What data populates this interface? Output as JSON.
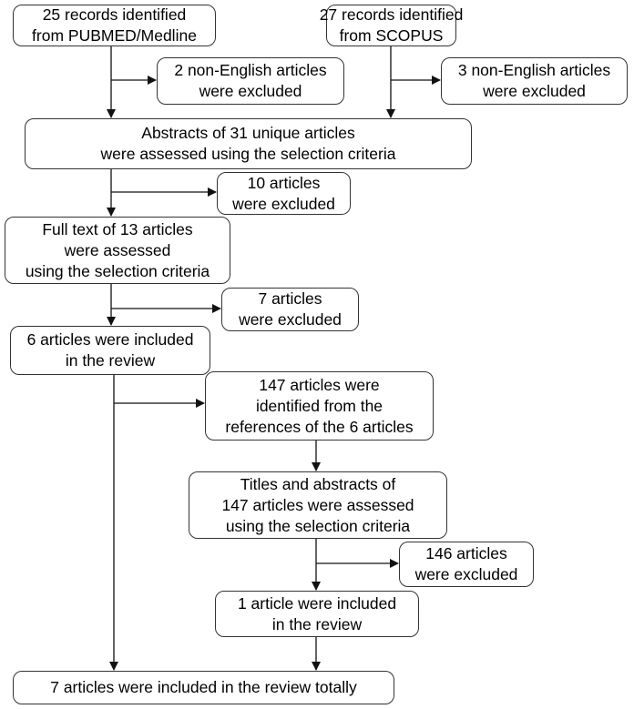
{
  "boxes": {
    "pubmed": {
      "lines": [
        "25 records identified",
        "from PUBMED/Medline"
      ]
    },
    "scopus": {
      "lines": [
        "27 records identified",
        "from SCOPUS"
      ]
    },
    "excl_pubmed": {
      "lines": [
        "2 non-English articles",
        "were excluded"
      ]
    },
    "excl_scopus": {
      "lines": [
        "3 non-English articles",
        "were excluded"
      ]
    },
    "abstracts": {
      "lines": [
        "Abstracts of 31 unique articles",
        "were assessed using the selection criteria"
      ]
    },
    "excl_10": {
      "lines": [
        "10 articles",
        "were excluded"
      ]
    },
    "fulltext": {
      "lines": [
        "Full text of 13 articles",
        "were assessed",
        "using the selection criteria"
      ]
    },
    "excl_7": {
      "lines": [
        "7 articles",
        "were excluded"
      ]
    },
    "included_6": {
      "lines": [
        "6 articles were included",
        "in the review"
      ]
    },
    "refs_147": {
      "lines": [
        "147 articles were",
        "identified from the",
        "references of the 6 articles"
      ]
    },
    "titles_147": {
      "lines": [
        "Titles and abstracts of",
        "147 articles were assessed",
        "using the selection criteria"
      ]
    },
    "excl_146": {
      "lines": [
        "146 articles",
        "were excluded"
      ]
    },
    "included_1": {
      "lines": [
        "1 article were included",
        "in the review"
      ]
    },
    "total_7": {
      "lines": [
        "7 articles were included in the review totally"
      ]
    }
  }
}
